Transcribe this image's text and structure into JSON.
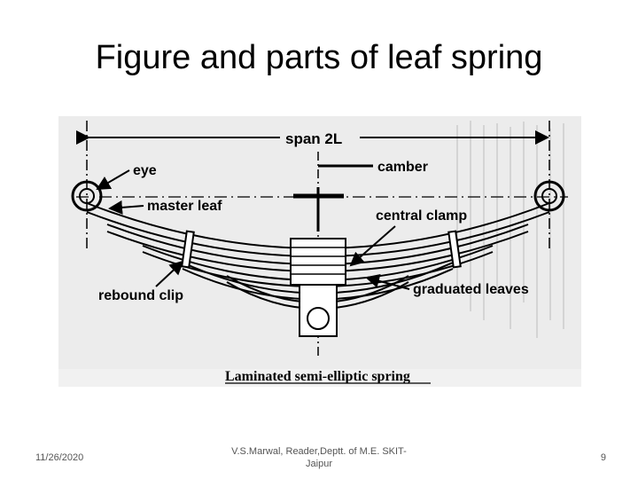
{
  "slide": {
    "title": "Figure and parts of leaf spring",
    "footer_date": "11/26/2020",
    "footer_author": "V.S.Marwal, Reader,Deptt. of M.E. SKIT-Jaipur",
    "page_number": "9"
  },
  "figure": {
    "labels": {
      "span": "span 2L",
      "eye": "eye",
      "camber": "camber",
      "master_leaf": "master leaf",
      "central_clamp": "central clamp",
      "rebound_clip": "rebound clip",
      "graduated_leaves": "graduated leaves"
    },
    "caption": "Laminated semi-elliptic spring"
  }
}
